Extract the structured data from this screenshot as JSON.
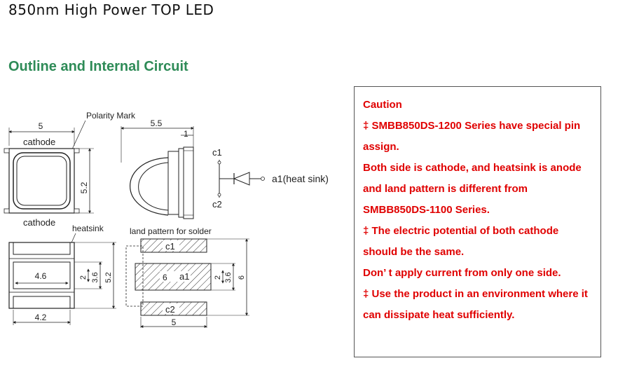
{
  "header": {
    "title": "850nm High Power TOP LED"
  },
  "section": {
    "title": "Outline and Internal Circuit"
  },
  "drawing": {
    "labels": {
      "polarity_mark": "Polarity Mark",
      "cathode_top": "cathode",
      "cathode_bottom": "cathode",
      "heatsink": "heatsink",
      "land_pattern": "land pattern for solder",
      "anode": "a1(heat sink)",
      "c1_circuit": "c1",
      "c2_circuit": "c2",
      "c1_pad": "c1",
      "c2_pad": "c2",
      "a1_pad": "a1"
    },
    "dimensions": {
      "top_width": "5",
      "side_width": "5.5",
      "side_small": "1",
      "top_height": "5.2",
      "bottom_width_inner": "4.6",
      "bottom_width": "4.2",
      "bottom_h_2": "2",
      "bottom_h_36": "3.6",
      "bottom_h_52": "5.2",
      "land_width_inner": "6",
      "land_width": "5",
      "land_h_2": "2",
      "land_h_36": "3.6",
      "land_h_6": "6"
    }
  },
  "caution": {
    "lines": [
      "Caution",
      "‡ SMBB850DS-1200 Series have special pin",
      "assign.",
      "Both side is cathode, and heatsink is anode",
      "and land pattern is different from",
      "SMBB850DS-1100 Series.",
      "‡ The electric potential of both cathode",
      "should be the same.",
      "Don’ t apply current from only one side.",
      "‡ Use the product in an environment where it",
      "can dissipate heat sufficiently."
    ]
  },
  "colors": {
    "section_title": "#2e8b57",
    "caution_text": "#e00000"
  }
}
